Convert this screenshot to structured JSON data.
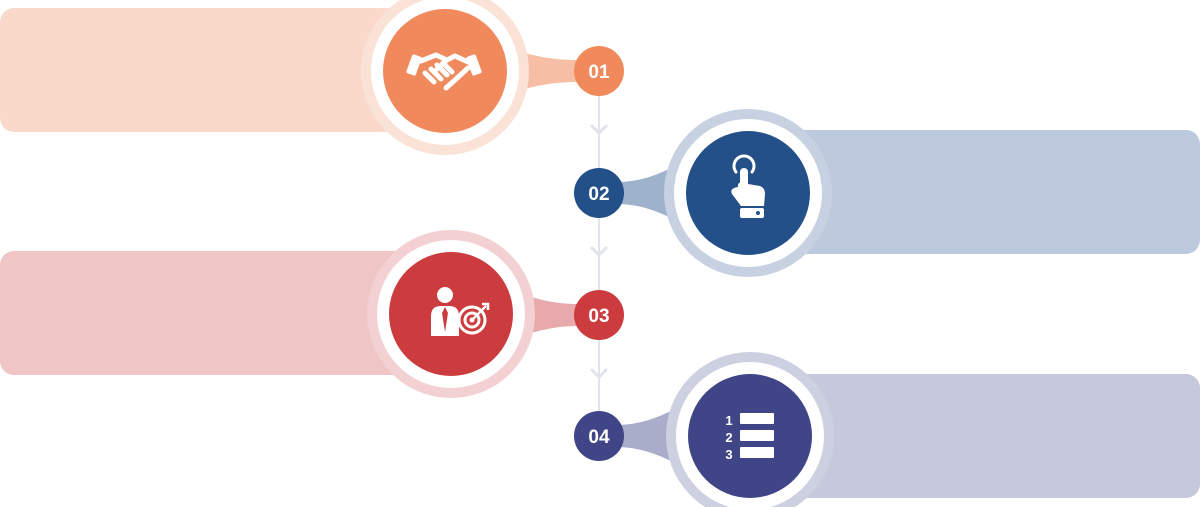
{
  "diagram": {
    "steps": [
      {
        "number": "01",
        "icon": "handshake-icon",
        "side": "left",
        "accent": "#F08A5D",
        "tint": "#FAD9CB",
        "halo": "#FBE2D6",
        "neck": "#F6BFA5"
      },
      {
        "number": "02",
        "icon": "touch-hand-icon",
        "side": "right",
        "accent": "#24508A",
        "tint": "#BDCADD",
        "halo": "#C7D1E1",
        "neck": "#9FB2CC"
      },
      {
        "number": "03",
        "icon": "businessman-target-icon",
        "side": "left",
        "accent": "#CC3B3E",
        "tint": "#F0C5C6",
        "halo": "#F3D0D1",
        "neck": "#E7A9AB"
      },
      {
        "number": "04",
        "icon": "numbered-list-icon",
        "side": "right",
        "accent": "#3F4587",
        "tint": "#C5C9DB",
        "halo": "#CDD0E0",
        "neck": "#A9ADC9"
      }
    ],
    "connector_color": "#E1E4EA"
  }
}
